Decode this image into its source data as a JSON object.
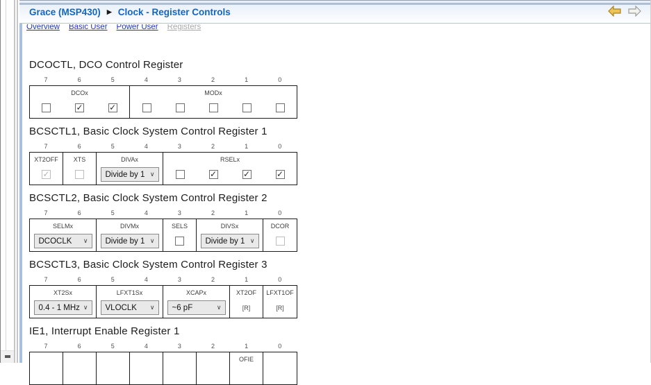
{
  "window": {
    "title_left": "Grace (MSP430)",
    "separator": "▶",
    "title_right": "Clock - Register Controls"
  },
  "toolbar": {
    "back_icon": "back-arrow",
    "forward_icon": "forward-arrow"
  },
  "nav": {
    "links": [
      {
        "label": "Overview",
        "enabled": true
      },
      {
        "label": "Basic User",
        "enabled": true
      },
      {
        "label": "Power User",
        "enabled": true
      },
      {
        "label": "Registers",
        "enabled": false
      }
    ]
  },
  "bit_labels": [
    "7",
    "6",
    "5",
    "4",
    "3",
    "2",
    "1",
    "0"
  ],
  "registers": [
    {
      "title": "DCOCTL, DCO Control Register",
      "fields": [
        {
          "label": "DCOx",
          "span": 3,
          "type": "checkboxes",
          "values": [
            false,
            true,
            true
          ],
          "disabled": false
        },
        {
          "label": "MODx",
          "span": 5,
          "type": "checkboxes",
          "values": [
            false,
            false,
            false,
            false,
            false
          ],
          "disabled": false
        }
      ]
    },
    {
      "title": "BCSCTL1, Basic Clock System Control Register 1",
      "fields": [
        {
          "label": "XT2OFF",
          "span": 1,
          "type": "checkboxes",
          "values": [
            true
          ],
          "disabled": true
        },
        {
          "label": "XTS",
          "span": 1,
          "type": "checkboxes",
          "values": [
            false
          ],
          "disabled": true
        },
        {
          "label": "DIVAx",
          "span": 2,
          "type": "select",
          "value": "Divide by 1"
        },
        {
          "label": "RSELx",
          "span": 4,
          "type": "checkboxes",
          "values": [
            false,
            true,
            true,
            true
          ],
          "disabled": false
        }
      ]
    },
    {
      "title": "BCSCTL2, Basic Clock System Control Register 2",
      "fields": [
        {
          "label": "SELMx",
          "span": 2,
          "type": "select",
          "value": "DCOCLK"
        },
        {
          "label": "DIVMx",
          "span": 2,
          "type": "select",
          "value": "Divide by 1"
        },
        {
          "label": "SELS",
          "span": 1,
          "type": "checkboxes",
          "values": [
            false
          ],
          "disabled": false
        },
        {
          "label": "DIVSx",
          "span": 2,
          "type": "select",
          "value": "Divide by 1"
        },
        {
          "label": "DCOR",
          "span": 1,
          "type": "checkboxes",
          "values": [
            false
          ],
          "disabled": true
        }
      ]
    },
    {
      "title": "BCSCTL3, Basic Clock System Control Register 3",
      "fields": [
        {
          "label": "XT2Sx",
          "span": 2,
          "type": "select",
          "value": "0.4 - 1 MHz"
        },
        {
          "label": "LFXT1Sx",
          "span": 2,
          "type": "select",
          "value": "VLOCLK"
        },
        {
          "label": "XCAPx",
          "span": 2,
          "type": "select",
          "value": "~6 pF"
        },
        {
          "label": "XT2OF",
          "span": 1,
          "type": "flag",
          "value": "[R]"
        },
        {
          "label": "LFXT1OF",
          "span": 1,
          "type": "flag",
          "value": "[R]"
        }
      ]
    },
    {
      "title": "IE1, Interrupt Enable Register 1",
      "fields": [
        {
          "label": "",
          "span": 1,
          "type": "empty"
        },
        {
          "label": "",
          "span": 1,
          "type": "empty"
        },
        {
          "label": "",
          "span": 1,
          "type": "empty"
        },
        {
          "label": "",
          "span": 1,
          "type": "empty"
        },
        {
          "label": "",
          "span": 1,
          "type": "empty"
        },
        {
          "label": "",
          "span": 1,
          "type": "empty"
        },
        {
          "label": "OFIE",
          "span": 1,
          "type": "empty"
        },
        {
          "label": "",
          "span": 1,
          "type": "empty"
        }
      ]
    }
  ],
  "colors": {
    "title_blue": "#1366c0",
    "link_blue": "#2736b9",
    "link_disabled": "#a8a8a8",
    "panel_edge_blue": "#a6c1e0",
    "band_strip": "#aebfd3",
    "back_arrow_gold": "#e8b43a",
    "forward_arrow_gray": "#f2f2ee",
    "checkmark": "#2b2b2b"
  }
}
